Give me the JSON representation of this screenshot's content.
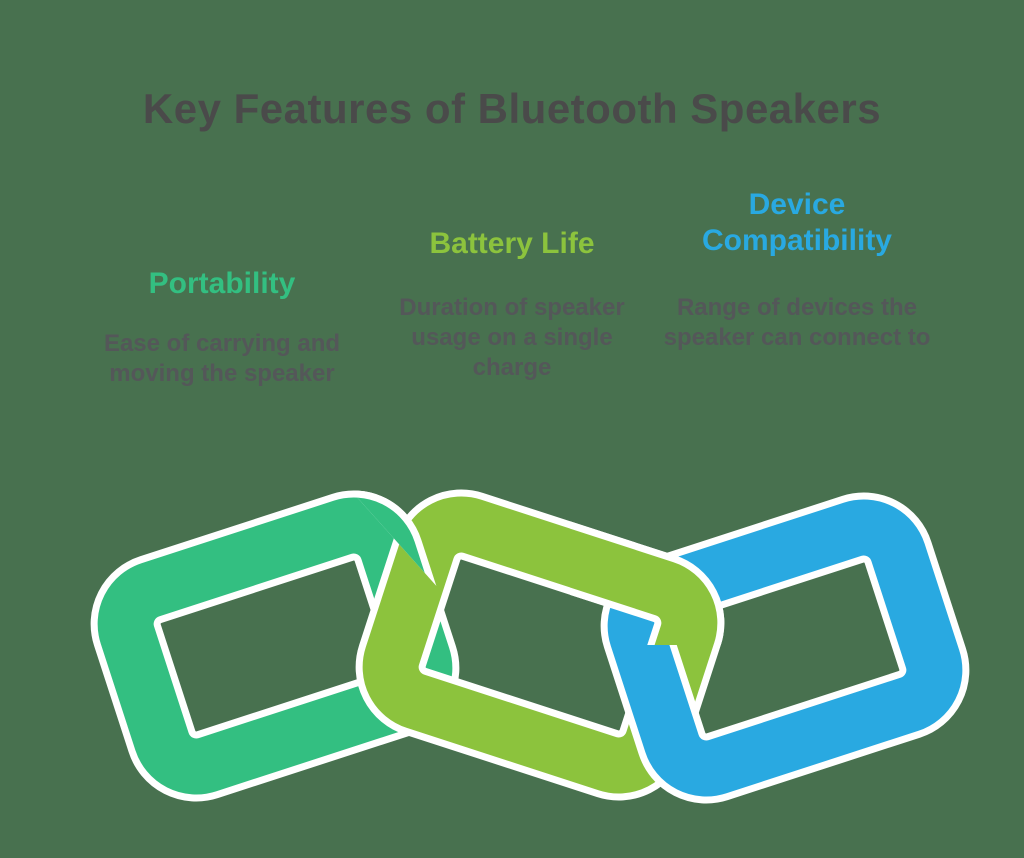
{
  "background": "#48714f",
  "title": {
    "text": "Key Features of Bluetooth Speakers",
    "color": "#4a4a4a"
  },
  "description_color": "#545759",
  "features": [
    {
      "name": "Portability",
      "description": "Ease of carrying and moving the speaker",
      "color": "#33bf81"
    },
    {
      "name": "Battery Life",
      "description": "Duration of speaker usage on a single charge",
      "color": "#8cc33d"
    },
    {
      "name": "Device Compatibility",
      "description": "Range of devices the speaker can connect to",
      "color": "#29a9e1"
    }
  ],
  "illustration": {
    "kind": "interlocked-chain-links",
    "outline": "#ffffff",
    "link_colors": [
      "#33bf81",
      "#8cc33d",
      "#29a9e1"
    ]
  }
}
